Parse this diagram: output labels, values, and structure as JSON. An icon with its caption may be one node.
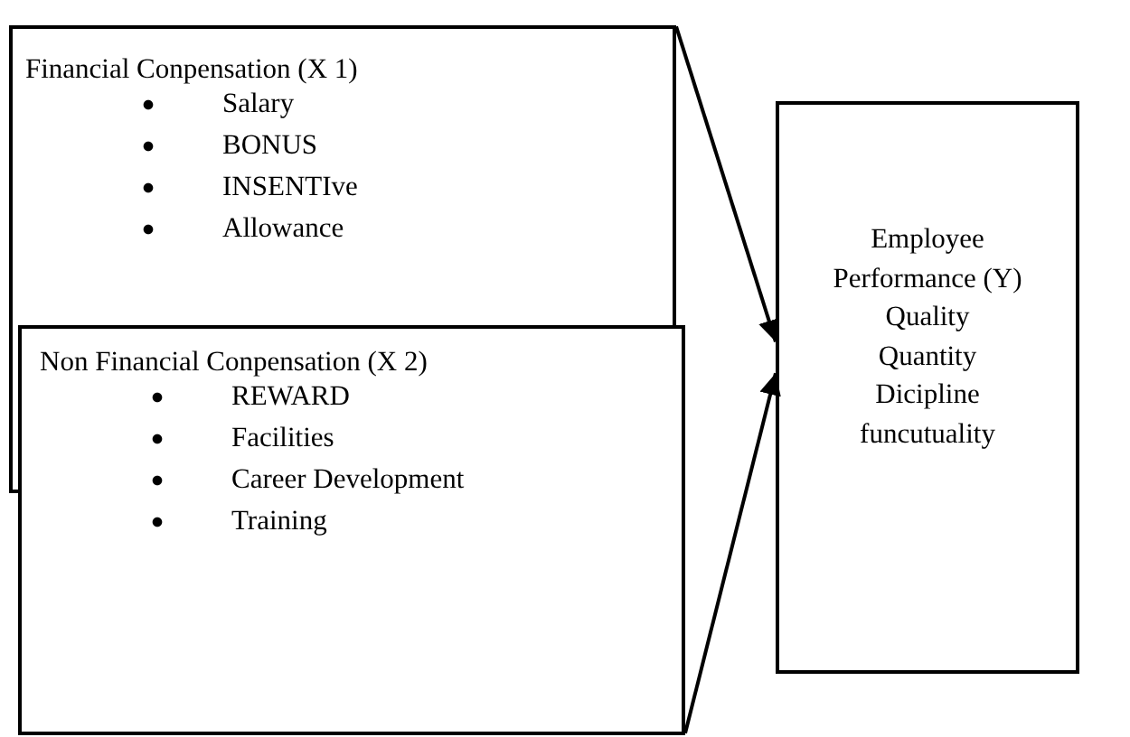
{
  "diagram": {
    "nodes": [
      {
        "text": [
          "Financial Conpensation (X 1)",
          "Salary",
          "BONUS",
          "INSENTIve",
          "Allowance"
        ]
      },
      {
        "text": [
          "Non Financial Conpensation (X 2)",
          "REWARD",
          "Facilities",
          "Career Development",
          "Training"
        ]
      },
      {
        "text": [
          "Employee Performance (Y)",
          "Quality",
          "Quantity",
          "Dicipline",
          "funcutuality"
        ]
      }
    ],
    "edges": [
      {
        "from": 0,
        "to": 2,
        "arrow": "to"
      },
      {
        "from": 1,
        "to": 2,
        "arrow": "to"
      }
    ]
  }
}
